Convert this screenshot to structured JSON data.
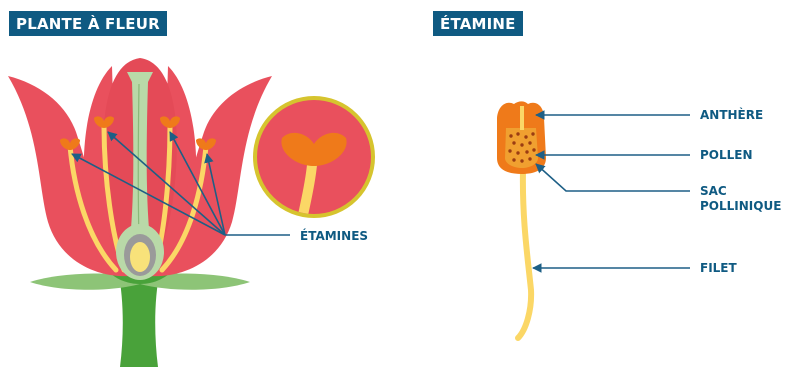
{
  "panels": {
    "left_title": "PLANTE À FLEUR",
    "right_title": "ÉTAMINE"
  },
  "labels": {
    "etamines": "ÉTAMINES",
    "anthere": "ANTHÈRE",
    "pollen": "POLLEN",
    "sac_line1": "SAC",
    "sac_line2": "POLLINIQUE",
    "filet": "FILET"
  },
  "colors": {
    "heading_bg": "#0f5a82",
    "label_text": "#0f5a82",
    "petal": "#e9505d",
    "petal_inner": "#d9404f",
    "stem": "#49a23a",
    "sepal": "#8dc477",
    "pistil": "#b9d9a8",
    "ovary_outer": "#9a9a9a",
    "ovule": "#f8e27a",
    "filament": "#fbd766",
    "anther": "#ef7a1a",
    "pollen_sac": "#f0a030",
    "pollen_dots": "#9b3d12",
    "arrow": "#1d5f86"
  }
}
